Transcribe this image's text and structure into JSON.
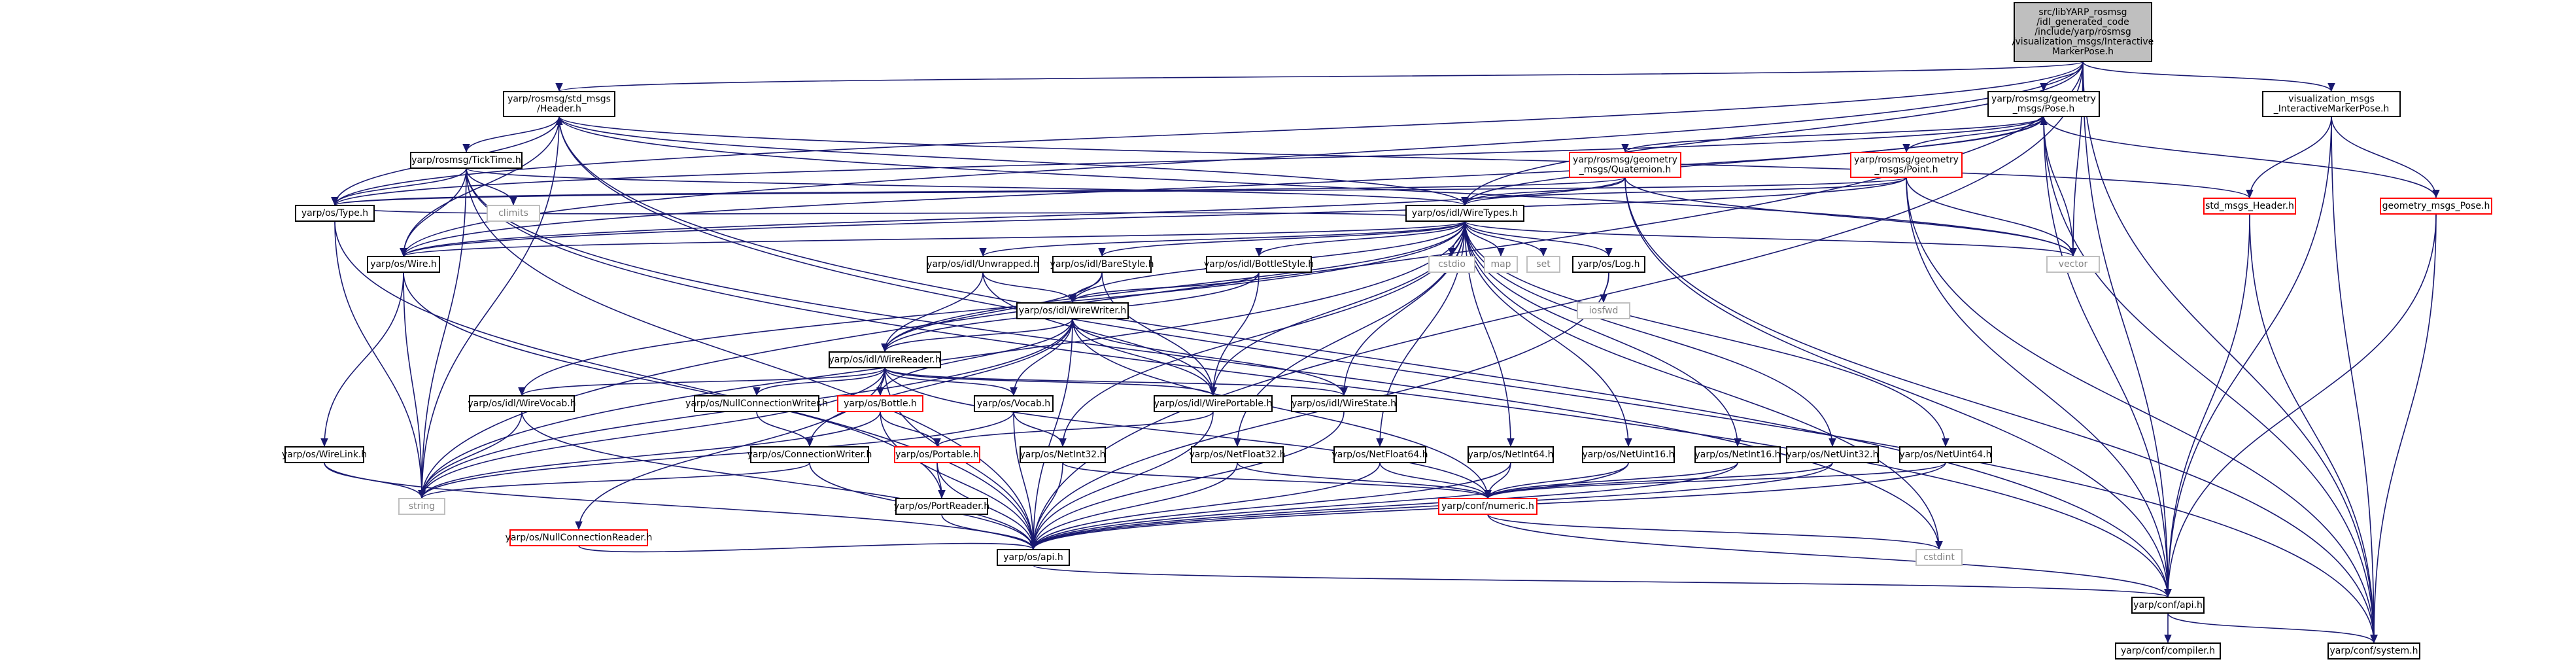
{
  "colors": {
    "edge": "#191970",
    "node_border": "#000000",
    "node_border_truncated": "#ff0000",
    "node_border_external": "#bfbfbf",
    "root_fill": "#bfbfbf",
    "text": "#000000",
    "text_external": "#808080"
  },
  "nodes": [
    {
      "id": "root",
      "kind": "root",
      "lines": [
        "src/libYARP_rosmsg",
        "/idl_generated_code",
        "/include/yarp/rosmsg",
        "/visualization_msgs/Interactive",
        "MarkerPose.h"
      ]
    },
    {
      "id": "geom_pose_h",
      "kind": "normal",
      "lines": [
        "yarp/rosmsg/geometry",
        "_msgs/Pose.h"
      ]
    },
    {
      "id": "vis_imp",
      "kind": "normal",
      "lines": [
        "visualization_msgs",
        "_InteractiveMarkerPose.h"
      ]
    },
    {
      "id": "std_header_h",
      "kind": "normal",
      "lines": [
        "yarp/rosmsg/std_msgs",
        "/Header.h"
      ]
    },
    {
      "id": "ticktime",
      "kind": "normal",
      "lines": [
        "yarp/rosmsg/TickTime.h"
      ]
    },
    {
      "id": "quaternion",
      "kind": "truncated",
      "lines": [
        "yarp/rosmsg/geometry",
        "_msgs/Quaternion.h"
      ]
    },
    {
      "id": "point",
      "kind": "truncated",
      "lines": [
        "yarp/rosmsg/geometry",
        "_msgs/Point.h"
      ]
    },
    {
      "id": "std_msgs_header",
      "kind": "truncated",
      "lines": [
        "std_msgs_Header.h"
      ]
    },
    {
      "id": "geometry_msgs_pose",
      "kind": "truncated",
      "lines": [
        "geometry_msgs_Pose.h"
      ]
    },
    {
      "id": "type_h",
      "kind": "normal",
      "lines": [
        "yarp/os/Type.h"
      ]
    },
    {
      "id": "climits",
      "kind": "external",
      "lines": [
        "climits"
      ]
    },
    {
      "id": "wiretypes",
      "kind": "normal",
      "lines": [
        "yarp/os/idl/WireTypes.h"
      ]
    },
    {
      "id": "wire_h",
      "kind": "normal",
      "lines": [
        "yarp/os/Wire.h"
      ]
    },
    {
      "id": "vector",
      "kind": "external",
      "lines": [
        "vector"
      ]
    },
    {
      "id": "unwrapped",
      "kind": "normal",
      "lines": [
        "yarp/os/idl/Unwrapped.h"
      ]
    },
    {
      "id": "barestyle",
      "kind": "normal",
      "lines": [
        "yarp/os/idl/BareStyle.h"
      ]
    },
    {
      "id": "bottlestyle",
      "kind": "normal",
      "lines": [
        "yarp/os/idl/BottleStyle.h"
      ]
    },
    {
      "id": "cstdio",
      "kind": "external",
      "lines": [
        "cstdio"
      ]
    },
    {
      "id": "map",
      "kind": "external",
      "lines": [
        "map"
      ]
    },
    {
      "id": "set",
      "kind": "external",
      "lines": [
        "set"
      ]
    },
    {
      "id": "log_h",
      "kind": "normal",
      "lines": [
        "yarp/os/Log.h"
      ]
    },
    {
      "id": "iosfwd",
      "kind": "external",
      "lines": [
        "iosfwd"
      ]
    },
    {
      "id": "wirewriter",
      "kind": "normal",
      "lines": [
        "yarp/os/idl/WireWriter.h"
      ]
    },
    {
      "id": "wirereader",
      "kind": "normal",
      "lines": [
        "yarp/os/idl/WireReader.h"
      ]
    },
    {
      "id": "wirevocab",
      "kind": "normal",
      "lines": [
        "yarp/os/idl/WireVocab.h"
      ]
    },
    {
      "id": "nullconnwriter",
      "kind": "normal",
      "lines": [
        "yarp/os/NullConnectionWriter.h"
      ]
    },
    {
      "id": "bottle_h",
      "kind": "truncated",
      "lines": [
        "yarp/os/Bottle.h"
      ]
    },
    {
      "id": "vocab_h",
      "kind": "normal",
      "lines": [
        "yarp/os/Vocab.h"
      ]
    },
    {
      "id": "wireportable",
      "kind": "normal",
      "lines": [
        "yarp/os/idl/WirePortable.h"
      ]
    },
    {
      "id": "wirestate",
      "kind": "normal",
      "lines": [
        "yarp/os/idl/WireState.h"
      ]
    },
    {
      "id": "wirelink",
      "kind": "normal",
      "lines": [
        "yarp/os/WireLink.h"
      ]
    },
    {
      "id": "portable_h",
      "kind": "truncated",
      "lines": [
        "yarp/os/Portable.h"
      ]
    },
    {
      "id": "netint32",
      "kind": "normal",
      "lines": [
        "yarp/os/NetInt32.h"
      ]
    },
    {
      "id": "netfloat32",
      "kind": "normal",
      "lines": [
        "yarp/os/NetFloat32.h"
      ]
    },
    {
      "id": "netfloat64",
      "kind": "normal",
      "lines": [
        "yarp/os/NetFloat64.h"
      ]
    },
    {
      "id": "netint64",
      "kind": "normal",
      "lines": [
        "yarp/os/NetInt64.h"
      ]
    },
    {
      "id": "netuint16",
      "kind": "normal",
      "lines": [
        "yarp/os/NetUint16.h"
      ]
    },
    {
      "id": "netint16",
      "kind": "normal",
      "lines": [
        "yarp/os/NetInt16.h"
      ]
    },
    {
      "id": "netuint32",
      "kind": "normal",
      "lines": [
        "yarp/os/NetUint32.h"
      ]
    },
    {
      "id": "netuint64",
      "kind": "normal",
      "lines": [
        "yarp/os/NetUint64.h"
      ]
    },
    {
      "id": "connwriter",
      "kind": "normal",
      "lines": [
        "yarp/os/ConnectionWriter.h"
      ]
    },
    {
      "id": "string",
      "kind": "external",
      "lines": [
        "string"
      ]
    },
    {
      "id": "nullconnreader",
      "kind": "truncated",
      "lines": [
        "yarp/os/NullConnectionReader.h"
      ]
    },
    {
      "id": "portreader",
      "kind": "normal",
      "lines": [
        "yarp/os/PortReader.h"
      ]
    },
    {
      "id": "numeric",
      "kind": "truncated",
      "lines": [
        "yarp/conf/numeric.h"
      ]
    },
    {
      "id": "cstdint",
      "kind": "external",
      "lines": [
        "cstdint"
      ]
    },
    {
      "id": "os_api",
      "kind": "normal",
      "lines": [
        "yarp/os/api.h"
      ]
    },
    {
      "id": "conf_api",
      "kind": "normal",
      "lines": [
        "yarp/conf/api.h"
      ]
    },
    {
      "id": "compiler",
      "kind": "normal",
      "lines": [
        "yarp/conf/compiler.h"
      ]
    },
    {
      "id": "system",
      "kind": "normal",
      "lines": [
        "yarp/conf/system.h"
      ]
    }
  ]
}
